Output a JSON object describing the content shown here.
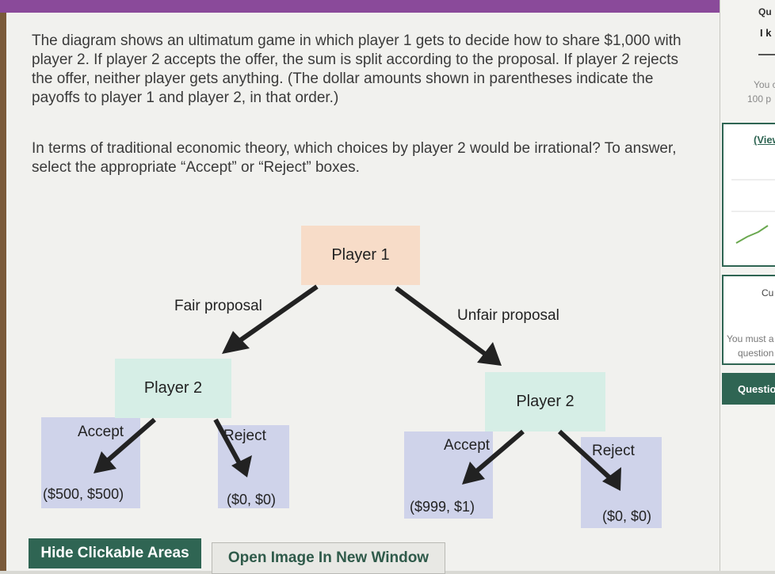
{
  "question": {
    "paragraph1": "The diagram shows an ultimatum game in which player 1 gets to decide how to share $1,000 with player 2. If player 2 accepts the offer, the sum is split according to the proposal. If player 2 rejects the offer, neither player gets anything. (The dollar amounts shown in parentheses indicate the payoffs to player 1 and player 2, in that order.)",
    "paragraph2": "In terms of traditional economic theory, which choices by player 2 would be irrational? To answer, select the appropriate “Accept” or “Reject” boxes."
  },
  "diagram": {
    "player1": "Player 1",
    "fair_label": "Fair proposal",
    "unfair_label": "Unfair proposal",
    "player2_left": "Player 2",
    "player2_right": "Player 2",
    "accept_label": "Accept",
    "reject_label": "Reject",
    "payoff_fair_accept": "($500, $500)",
    "payoff_fair_reject": "($0, $0)",
    "payoff_unfair_accept": "($999, $1)",
    "payoff_unfair_reject": "($0, $0)"
  },
  "buttons": {
    "hide": "Hide Clickable Areas",
    "open": "Open Image In New Window"
  },
  "right_panel": {
    "top": "Qu",
    "heading": "I k",
    "note1": "You c",
    "note2": "100 p",
    "view": "(View",
    "cu": "Cu",
    "must1": "You must a",
    "must2": "question",
    "question_btn": "Questio"
  },
  "colors": {
    "top_bar": "#8a4a9a",
    "player1_box": "#f7dcc8",
    "player2_box": "#d6eee6",
    "clickable_area": "#cfd3ea",
    "button_green": "#2f6553"
  }
}
